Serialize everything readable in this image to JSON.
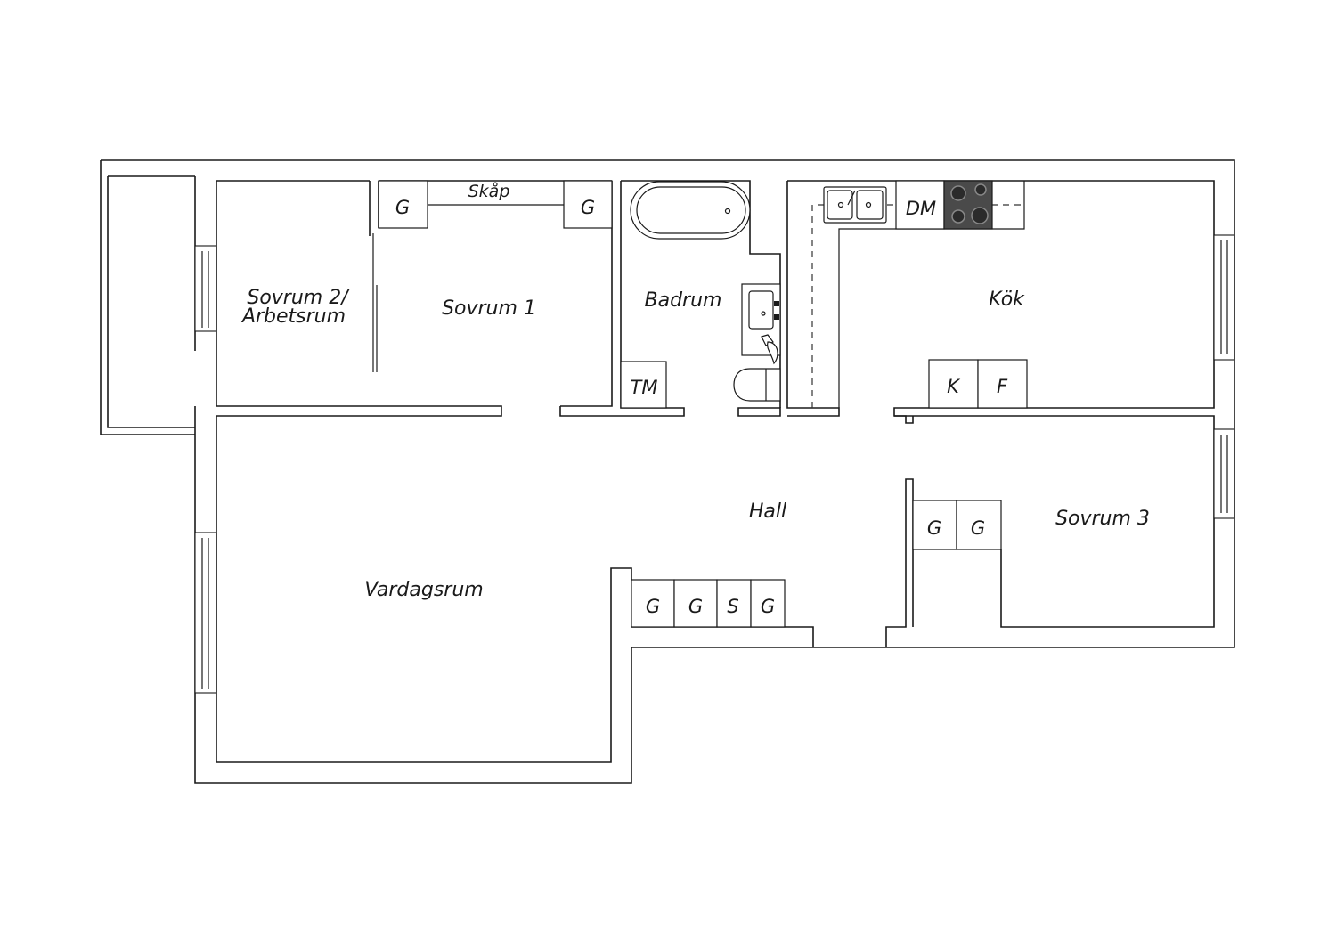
{
  "rooms": {
    "sovrum2_line1": "Sovrum 2/",
    "sovrum2_line2": "Arbetsrum",
    "sovrum1": "Sovrum 1",
    "badrum": "Badrum",
    "kok": "Kök",
    "hall": "Hall",
    "vardagsrum": "Vardagsrum",
    "sovrum3": "Sovrum 3"
  },
  "fixtures": {
    "skap": "Skåp",
    "wardrobe": "G",
    "storage": "S",
    "washer": "TM",
    "dishwasher": "DM",
    "fridge": "K",
    "freezer": "F"
  }
}
